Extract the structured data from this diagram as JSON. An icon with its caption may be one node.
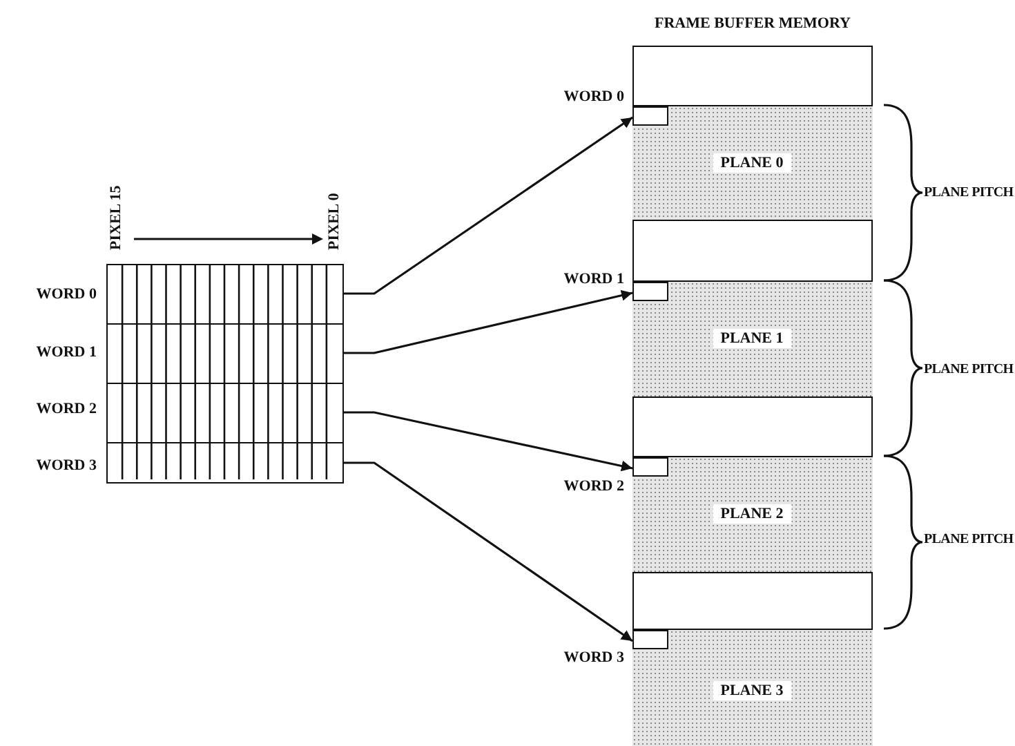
{
  "diagram": {
    "nodes": [
      {
        "text": [
          "FRAME BUFFER MEMORY"
        ]
      },
      {
        "text": [
          "PLANE 0"
        ],
        "in": 0
      },
      {
        "text": [
          "PLANE 1"
        ],
        "in": 0
      },
      {
        "text": [
          "PLANE 2"
        ],
        "in": 0
      },
      {
        "text": [
          "PLANE 3"
        ],
        "in": 0
      },
      {
        "text": [],
        "shape": "box",
        "in": 1,
        "beside": [
          "WORD 0"
        ]
      },
      {
        "text": [],
        "shape": "box",
        "in": 2,
        "beside": [
          "WORD 1"
        ]
      },
      {
        "text": [],
        "shape": "box",
        "in": 3,
        "beside": [
          "WORD 2"
        ]
      },
      {
        "text": [],
        "shape": "box",
        "in": 4,
        "beside": [
          "WORD 3"
        ]
      },
      {
        "text": [],
        "shape": "box"
      },
      {
        "text": [],
        "shape": "box",
        "in": 9,
        "beside": [
          "WORD 0"
        ]
      },
      {
        "text": [],
        "shape": "box",
        "in": 9,
        "beside": [
          "WORD 1"
        ]
      },
      {
        "text": [],
        "shape": "box",
        "in": 9,
        "beside": [
          "WORD 2"
        ]
      },
      {
        "text": [],
        "shape": "box",
        "in": 9,
        "beside": [
          "WORD 3"
        ]
      }
    ],
    "edges": [
      {
        "from": 10,
        "to": 5,
        "arrow": "to"
      },
      {
        "from": 11,
        "to": 6,
        "arrow": "to"
      },
      {
        "from": 12,
        "to": 7,
        "arrow": "to"
      },
      {
        "from": 13,
        "to": 8,
        "arrow": "to"
      }
    ],
    "labels": [
      "PIXEL 15",
      "PIXEL 0",
      "PLANE PITCH",
      "PLANE PITCH",
      "PLANE PITCH"
    ]
  }
}
